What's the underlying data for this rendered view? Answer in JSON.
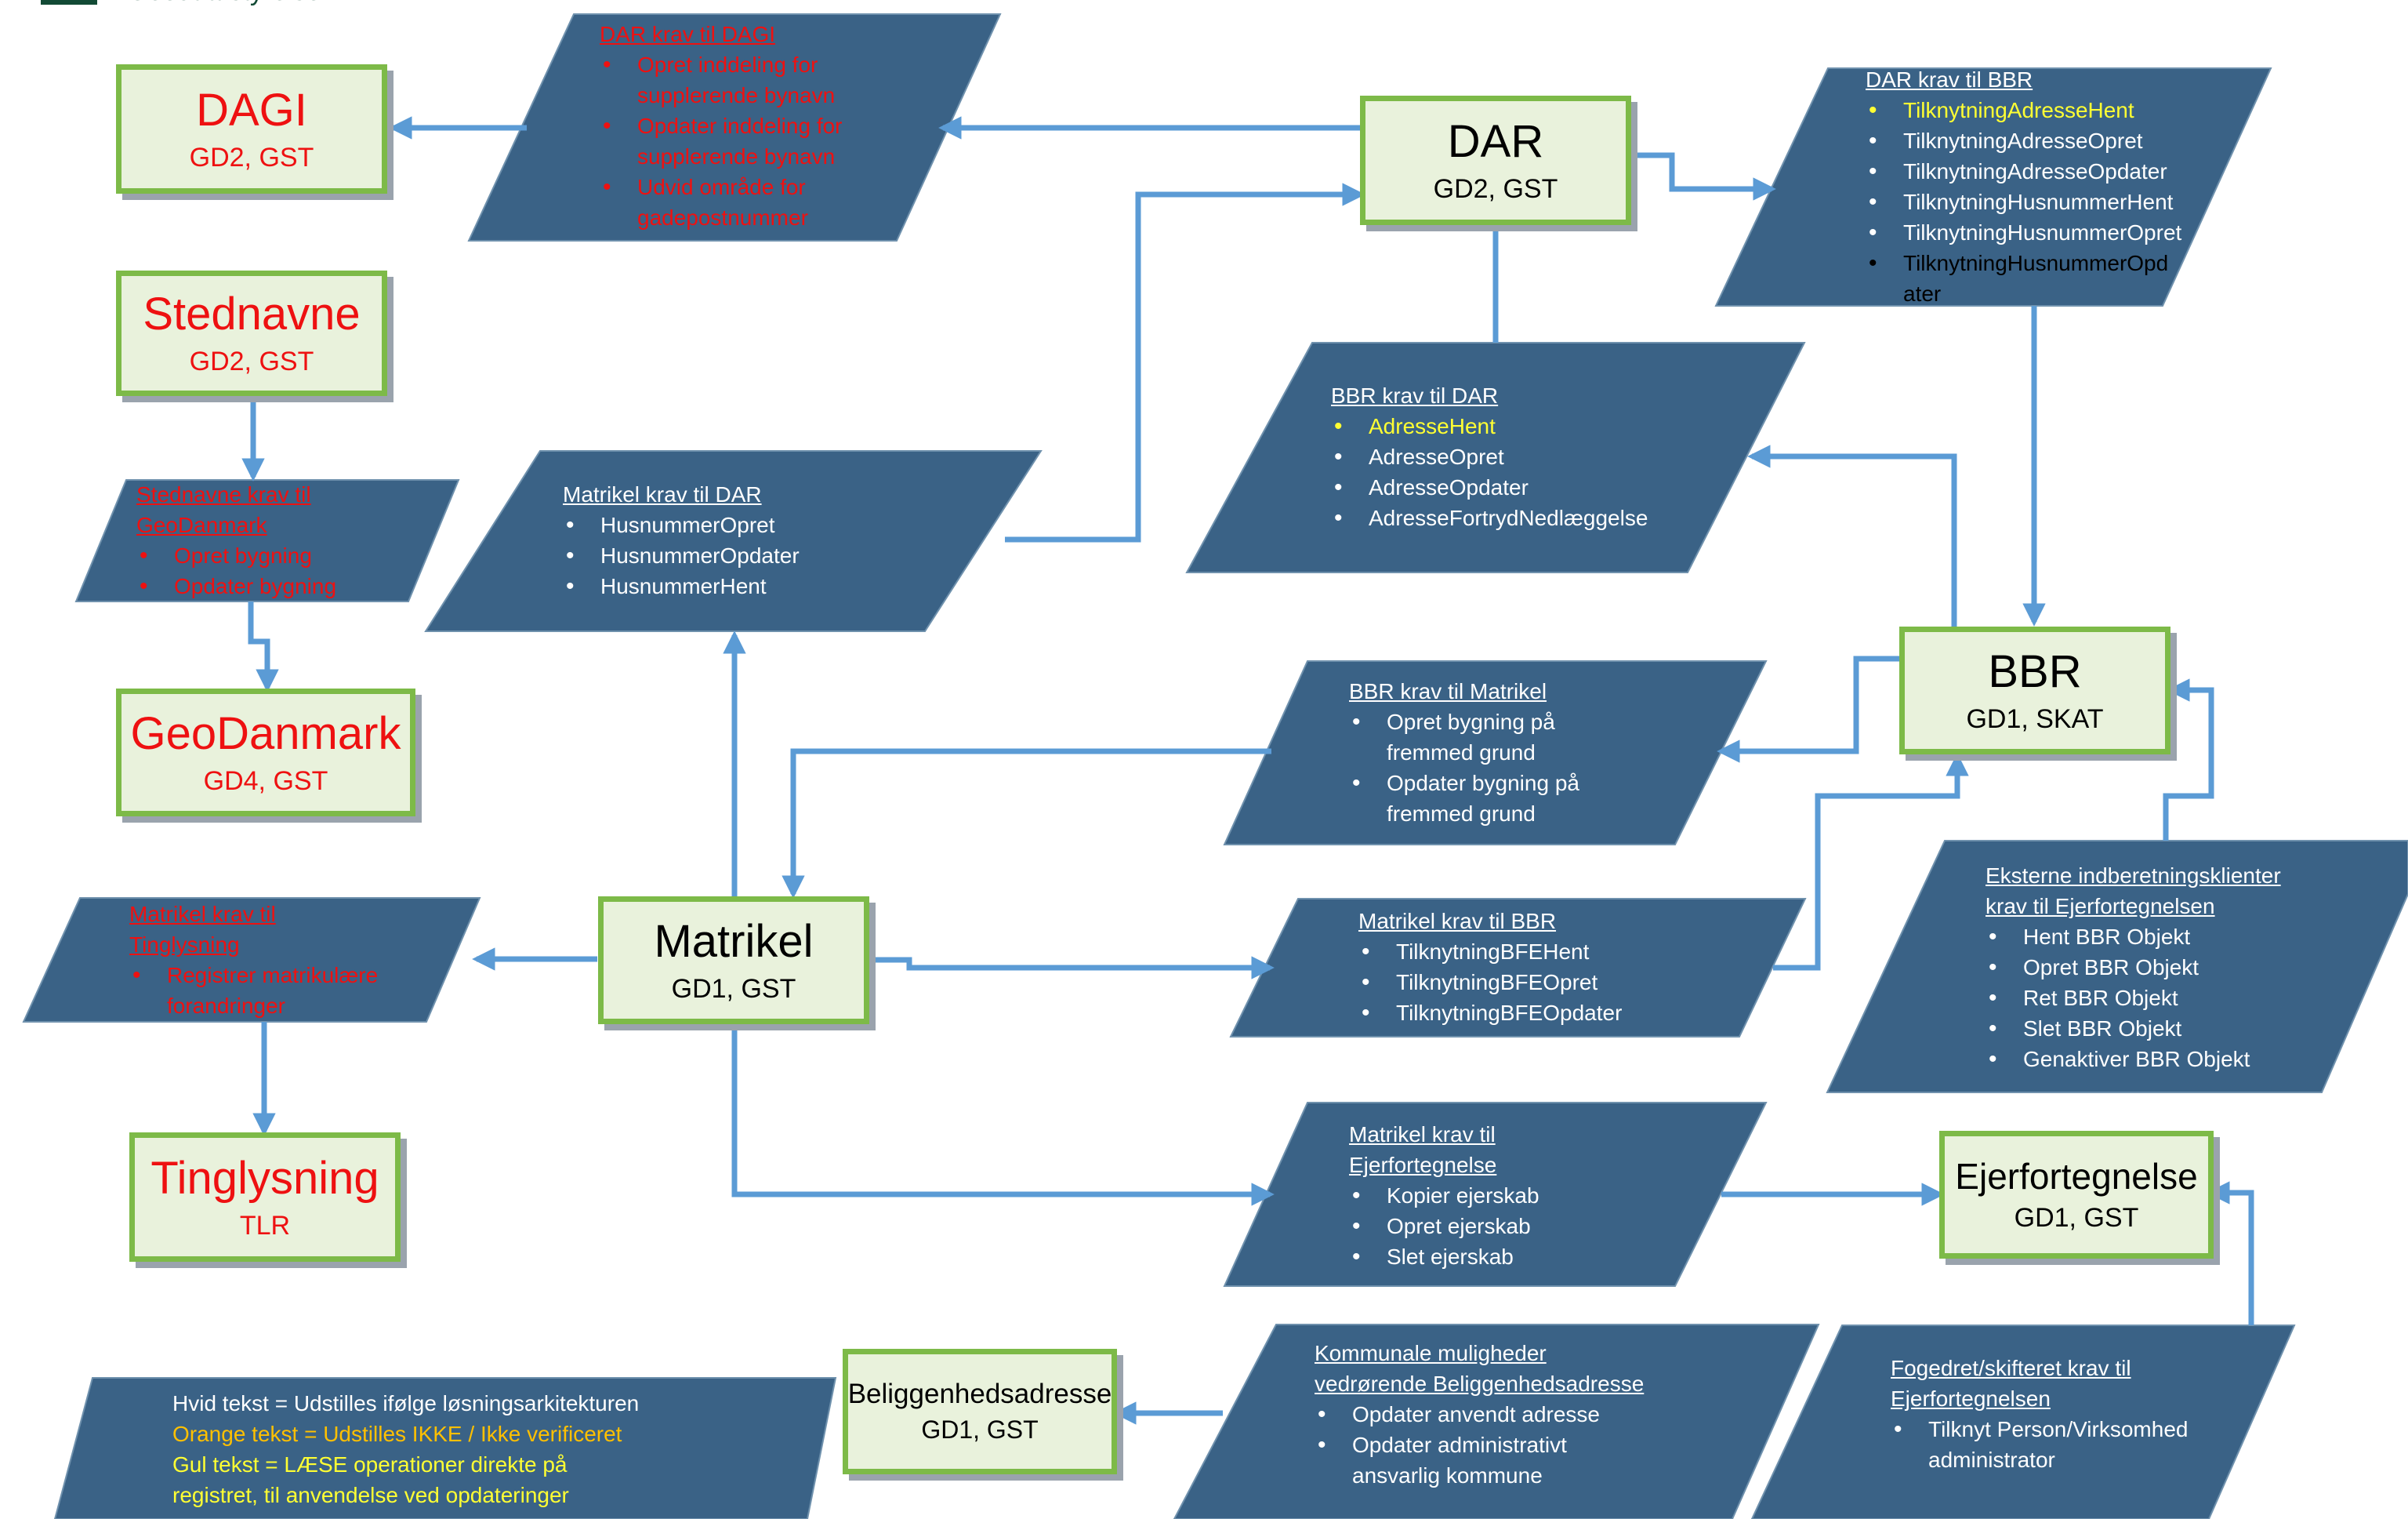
{
  "header": {
    "logo_text": "Geodatastyrelsen"
  },
  "colors": {
    "parallelogram": "#3a6286",
    "box_border": "#7dba48",
    "box_fill": "#e9f2dc",
    "arrow": "#5b9bd5",
    "red_text": "#ee1111",
    "yellow_text": "#ffff33",
    "orange_text": "#ffc000"
  },
  "systems": {
    "dagi": {
      "title": "DAGI",
      "sub": "GD2, GST"
    },
    "stednavne": {
      "title": "Stednavne",
      "sub": "GD2, GST"
    },
    "geodanmark": {
      "title": "GeoDanmark",
      "sub": "GD4, GST"
    },
    "tinglysning": {
      "title": "Tinglysning",
      "sub": "TLR"
    },
    "dar": {
      "title": "DAR",
      "sub": "GD2, GST"
    },
    "bbr": {
      "title": "BBR",
      "sub": "GD1, SKAT"
    },
    "matrikel": {
      "title": "Matrikel",
      "sub": "GD1, GST"
    },
    "ejerfortegnelse": {
      "title": "Ejerfortegnelse",
      "sub": "GD1, GST"
    },
    "beliggenhedsadresse": {
      "title": "Beliggenhedsadresse",
      "sub": "GD1, GST"
    }
  },
  "requirements": {
    "dar_dagi": {
      "heading": "DAR krav til DAGI",
      "items": [
        "Opret inddeling for supplerende bynavn",
        "Opdater inddeling for supplerende bynavn",
        "Udvid område for gadepostnummer"
      ]
    },
    "dar_bbr": {
      "heading": "DAR krav til BBR",
      "items": [
        "TilknytningAdresseHent",
        "TilknytningAdresseOpret",
        "TilknytningAdresseOpdater",
        "TilknytningHusnummerHent",
        "TilknytningHusnummerOpret",
        "TilknytningHusnummerOpdater"
      ]
    },
    "stednavne_geodanmark": {
      "heading": "Stednavne krav til GeoDanmark",
      "items": [
        "Opret bygning",
        "Opdater bygning"
      ]
    },
    "matrikel_dar": {
      "heading": "Matrikel krav til DAR",
      "items": [
        "HusnummerOpret",
        "HusnummerOpdater",
        "HusnummerHent"
      ]
    },
    "bbr_dar": {
      "heading": "BBR krav til DAR",
      "items": [
        "AdresseHent",
        "AdresseOpret",
        "AdresseOpdater",
        "AdresseFortrydNedlæggelse"
      ]
    },
    "bbr_matrikel": {
      "heading": "BBR krav til Matrikel",
      "items": [
        "Opret bygning på fremmed grund",
        "Opdater bygning på fremmed grund"
      ]
    },
    "eksterne": {
      "heading": "Eksterne indberetningsklienter krav til Ejerfortegnelsen",
      "items": [
        "Hent BBR Objekt",
        "Opret BBR Objekt",
        "Ret BBR Objekt",
        "Slet BBR Objekt",
        "Genaktiver BBR Objekt"
      ]
    },
    "matrikel_tinglysning": {
      "heading": "Matrikel krav til Tinglysning",
      "items": [
        "Registrer matrikulære forandringer"
      ]
    },
    "matrikel_bbr": {
      "heading": "Matrikel krav til BBR",
      "items": [
        "TilknytningBFEHent",
        "TilknytningBFEOpret",
        "TilknytningBFEOpdater"
      ]
    },
    "matrikel_ejerfortegnelse": {
      "heading": "Matrikel krav til Ejerfortegnelse",
      "items": [
        "Kopier ejerskab",
        "Opret ejerskab",
        "Slet ejerskab"
      ]
    },
    "kommunale": {
      "heading": "Kommunale muligheder vedrørende Beliggenhedsadresse",
      "items": [
        "Opdater anvendt adresse",
        "Opdater administrativt ansvarlig kommune"
      ]
    },
    "fogedret": {
      "heading": "Fogedret/skifteret krav til Ejerfortegnelsen",
      "items": [
        "Tilknyt Person/Virksomhed administrator"
      ]
    }
  },
  "legend": {
    "white": "Hvid tekst = Udstilles ifølge løsningsarkitekturen",
    "orange": "Orange tekst = Udstilles IKKE / Ikke verificeret",
    "yellow": "Gul tekst = LÆSE operationer direkte på registret, til anvendelse ved opdateringer"
  }
}
